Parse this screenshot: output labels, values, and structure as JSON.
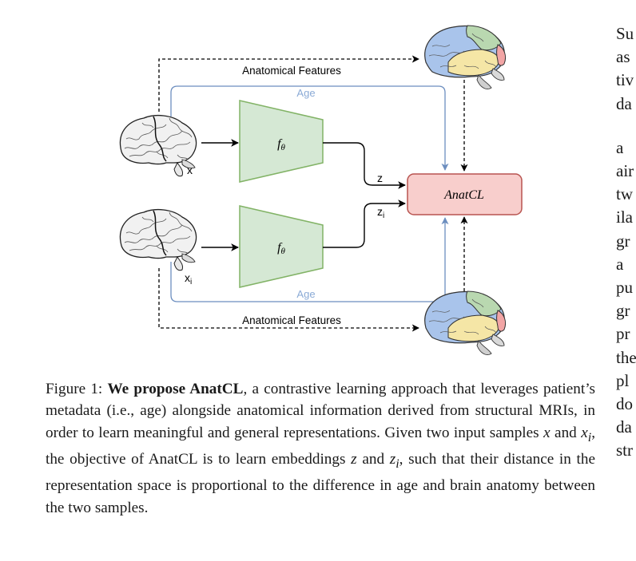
{
  "diagram": {
    "top_features_label": "Anatomical Features",
    "bottom_features_label": "Anatomical Features",
    "top_age_label": "Age",
    "bottom_age_label": "Age",
    "encoder_label": "f",
    "encoder_subscript": "θ",
    "input_x_label": "x",
    "input_xi_label": "x",
    "input_xi_subscript": "i",
    "embedding_z_label": "z",
    "embedding_zi_label": "z",
    "embedding_zi_subscript": "i",
    "loss_label": "AnatCL",
    "colors": {
      "encoder_fill": "#d5e8d4",
      "encoder_stroke": "#82b366",
      "loss_fill": "#f8cecc",
      "loss_stroke": "#b85450",
      "age_line": "#6c8ebf"
    },
    "icons": [
      "brain-icon",
      "atlas-brain-icon"
    ]
  },
  "caption": {
    "figure_label": "Figure 1:",
    "bold_lead": "We propose AnatCL",
    "text_1": ", a contrastive learning approach that leverages patient’s metadata (i.e., age) alongside anatomical informa­tion derived from structural MRIs, in order to learn meaningful and gen­eral representations. Given two input samples ",
    "var_x": "x",
    "text_2": " and ",
    "var_xi": "x",
    "var_xi_sub": "i",
    "text_3": ", the objective of AnatCL is to learn embeddings ",
    "var_z": "z",
    "text_4": " and ",
    "var_zi": "z",
    "var_zi_sub": "i",
    "text_5": ", such that their distance in the representation space is proportional to the difference in age and brain anatomy between the two samples."
  },
  "side_column": {
    "para1": [
      "Su",
      "as",
      "tiv",
      "da"
    ],
    "para2": [
      "a",
      "air",
      "tw",
      "ila",
      "gr",
      "a",
      "pu",
      "gr",
      "pr",
      "the",
      "pl",
      "do",
      "da",
      "str"
    ]
  }
}
